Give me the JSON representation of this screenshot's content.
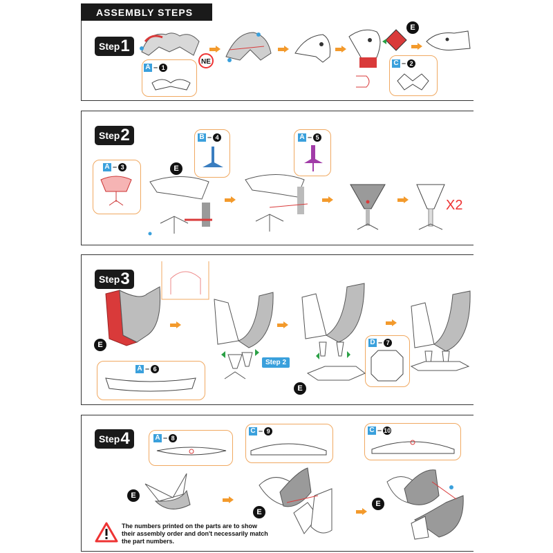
{
  "header": {
    "title": "ASSEMBLY STEPS"
  },
  "steps": [
    {
      "word": "Step",
      "num": "1"
    },
    {
      "word": "Step",
      "num": "2"
    },
    {
      "word": "Step",
      "num": "3"
    },
    {
      "word": "Step",
      "num": "4"
    }
  ],
  "tags": {
    "a1": {
      "letter": "A",
      "num": "1"
    },
    "c2": {
      "letter": "C",
      "num": "2"
    },
    "a3": {
      "letter": "A",
      "num": "3"
    },
    "b4": {
      "letter": "B",
      "num": "4"
    },
    "a5": {
      "letter": "A",
      "num": "5"
    },
    "a6": {
      "letter": "A",
      "num": "6"
    },
    "d7": {
      "letter": "D",
      "num": "7"
    },
    "a8": {
      "letter": "A",
      "num": "8"
    },
    "c9": {
      "letter": "C",
      "num": "9"
    },
    "c10": {
      "letter": "C",
      "num": "10"
    }
  },
  "marks": {
    "e": "E",
    "ne": "NE",
    "x2": "X2",
    "step2_ref": "Step 2"
  },
  "note": {
    "line1": "The numbers printed on the parts are to show",
    "line2": "their assembly order and don't necessarily match",
    "line3": "the part numbers."
  },
  "colors": {
    "accent_orange": "#f39a2c",
    "tag_blue": "#3aa0dc",
    "part_red": "#d93a3a",
    "part_grey": "#9a9a9a"
  }
}
